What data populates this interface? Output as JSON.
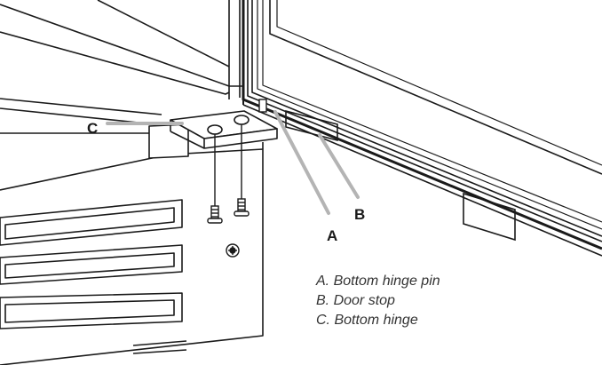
{
  "callouts": {
    "a": "A",
    "b": "B",
    "c": "C"
  },
  "legend": [
    "A. Bottom hinge pin",
    "B. Door stop",
    "C. Bottom hinge"
  ],
  "colors": {
    "line": "#1a1a1a",
    "leader": "#b4b4b4"
  }
}
